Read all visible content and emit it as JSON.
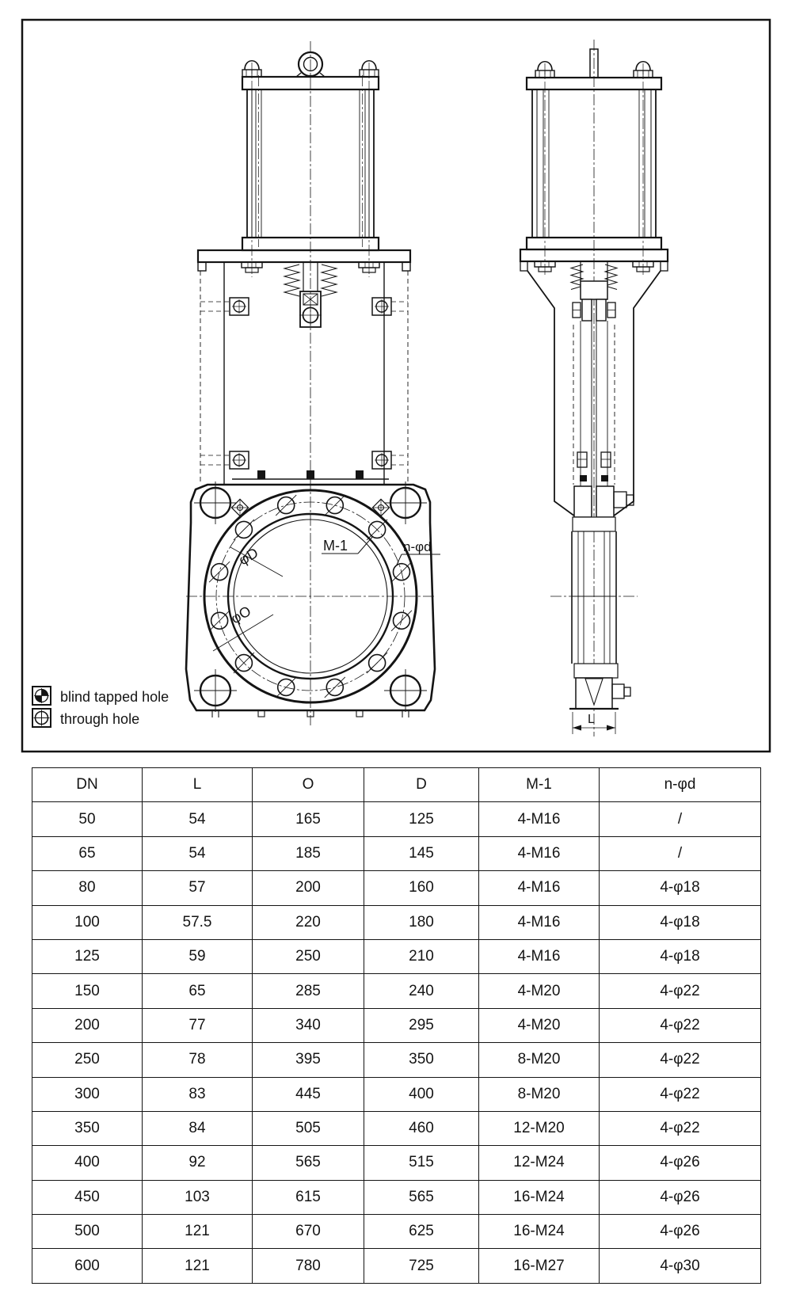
{
  "colors": {
    "ink": "#141414",
    "background": "#ffffff"
  },
  "drawing": {
    "legend": [
      {
        "icon": "blind-tapped-hole-icon",
        "label": "blind tapped hole"
      },
      {
        "icon": "through-hole-icon",
        "label": "through hole"
      }
    ],
    "annotations": {
      "bolt_thread": "M-1",
      "bolt_circle_diameter": "φD",
      "bore_diameter": "φO",
      "hole_pattern": "n-φd",
      "face_to_face": "L"
    }
  },
  "table": {
    "headers": [
      "DN",
      "L",
      "O",
      "D",
      "M-1",
      "n-φd"
    ],
    "rows": [
      [
        "50",
        "54",
        "165",
        "125",
        "4-M16",
        "/"
      ],
      [
        "65",
        "54",
        "185",
        "145",
        "4-M16",
        "/"
      ],
      [
        "80",
        "57",
        "200",
        "160",
        "4-M16",
        "4-φ18"
      ],
      [
        "100",
        "57.5",
        "220",
        "180",
        "4-M16",
        "4-φ18"
      ],
      [
        "125",
        "59",
        "250",
        "210",
        "4-M16",
        "4-φ18"
      ],
      [
        "150",
        "65",
        "285",
        "240",
        "4-M20",
        "4-φ22"
      ],
      [
        "200",
        "77",
        "340",
        "295",
        "4-M20",
        "4-φ22"
      ],
      [
        "250",
        "78",
        "395",
        "350",
        "8-M20",
        "4-φ22"
      ],
      [
        "300",
        "83",
        "445",
        "400",
        "8-M20",
        "4-φ22"
      ],
      [
        "350",
        "84",
        "505",
        "460",
        "12-M20",
        "4-φ22"
      ],
      [
        "400",
        "92",
        "565",
        "515",
        "12-M24",
        "4-φ26"
      ],
      [
        "450",
        "103",
        "615",
        "565",
        "16-M24",
        "4-φ26"
      ],
      [
        "500",
        "121",
        "670",
        "625",
        "16-M24",
        "4-φ26"
      ],
      [
        "600",
        "121",
        "780",
        "725",
        "16-M27",
        "4-φ30"
      ]
    ]
  }
}
